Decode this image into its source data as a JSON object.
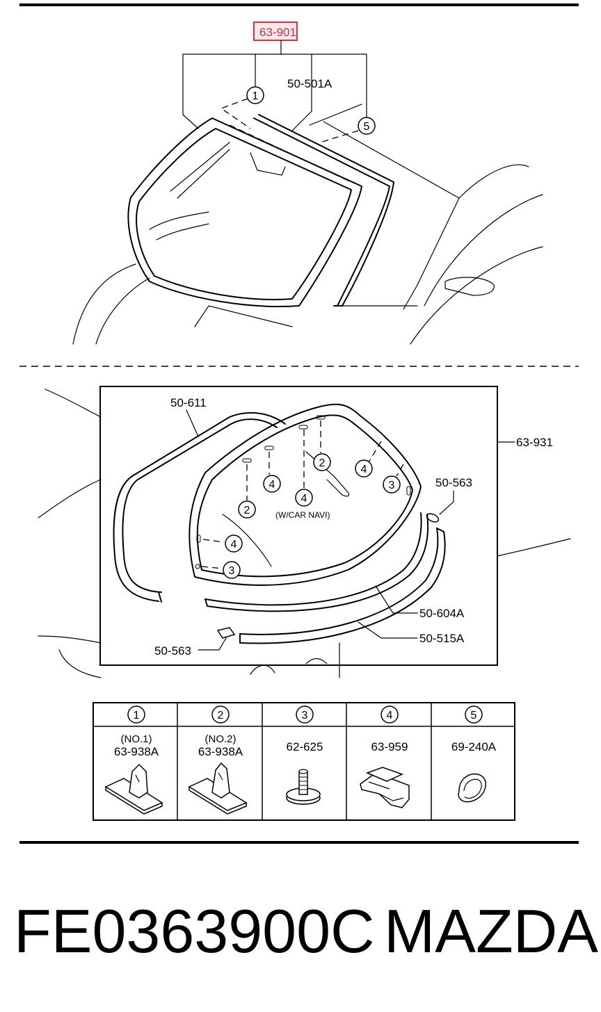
{
  "front": {
    "highlighted_part": "63-901",
    "part_50_501A": "50-501A",
    "callout_1": "1",
    "callout_5": "5"
  },
  "rear": {
    "part_50_611": "50-611",
    "part_63_931": "63-931",
    "part_50_563_right": "50-563",
    "part_50_604A": "50-604A",
    "part_50_515A": "50-515A",
    "part_50_563_bottom": "50-563",
    "note_car_navi": "(W/CAR NAVI)",
    "callouts": [
      "2",
      "4",
      "2",
      "4",
      "4",
      "3",
      "4",
      "3"
    ]
  },
  "legend_table": [
    {
      "num": "1",
      "sub": "(NO.1)",
      "part": "63-938A",
      "icon": "clip-no1-icon"
    },
    {
      "num": "2",
      "sub": "(NO.2)",
      "part": "63-938A",
      "icon": "clip-no2-icon"
    },
    {
      "num": "3",
      "sub": "",
      "part": "62-625",
      "icon": "stud-bolt-icon"
    },
    {
      "num": "4",
      "sub": "",
      "part": "63-959",
      "icon": "bracket-clip-icon"
    },
    {
      "num": "5",
      "sub": "",
      "part": "69-240A",
      "icon": "rubber-pad-icon"
    }
  ],
  "footer": {
    "part_number": "FE0363900C",
    "brand": "MAZDA"
  },
  "colors": {
    "highlight": "#e0303d",
    "line": "#000000"
  }
}
